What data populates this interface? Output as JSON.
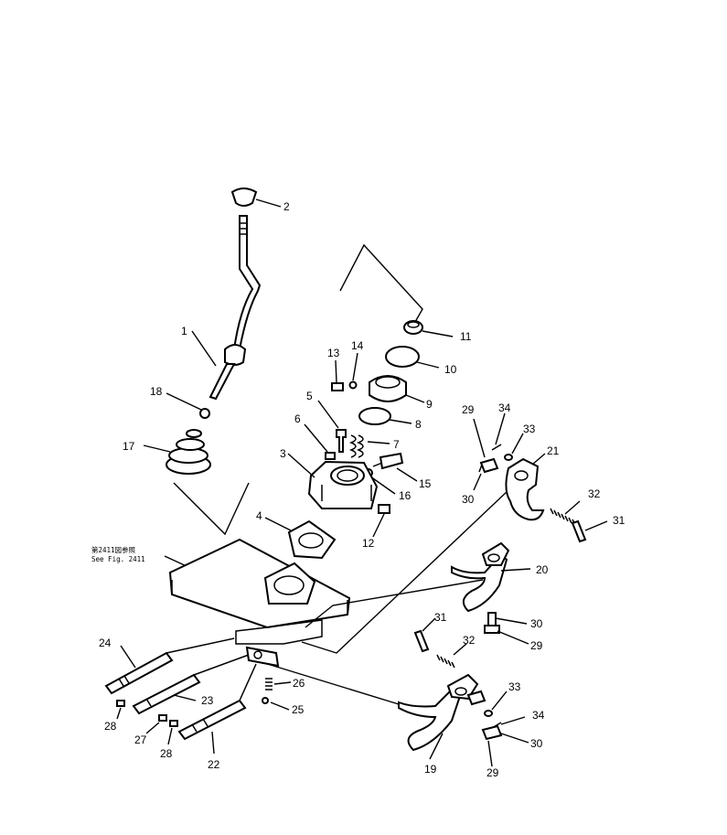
{
  "reference_note": {
    "line1": "第2411図参照",
    "line2": "See Fig. 2411"
  },
  "callouts": {
    "c1": "1",
    "c2": "2",
    "c3": "3",
    "c4": "4",
    "c5": "5",
    "c6": "6",
    "c7": "7",
    "c8": "8",
    "c9": "9",
    "c10": "10",
    "c11": "11",
    "c12": "12",
    "c13": "13",
    "c14": "14",
    "c15": "15",
    "c16": "16",
    "c17": "17",
    "c18": "18",
    "c19": "19",
    "c20": "20",
    "c21": "21",
    "c22": "22",
    "c23": "23",
    "c24": "24",
    "c25": "25",
    "c26": "26",
    "c27": "27",
    "c28a": "28",
    "c28b": "28",
    "c29a": "29",
    "c29b": "29",
    "c29c": "29",
    "c30a": "30",
    "c30b": "30",
    "c30c": "30",
    "c31a": "31",
    "c31b": "31",
    "c32a": "32",
    "c32b": "32",
    "c33a": "33",
    "c33b": "33",
    "c34a": "34",
    "c34b": "34"
  }
}
